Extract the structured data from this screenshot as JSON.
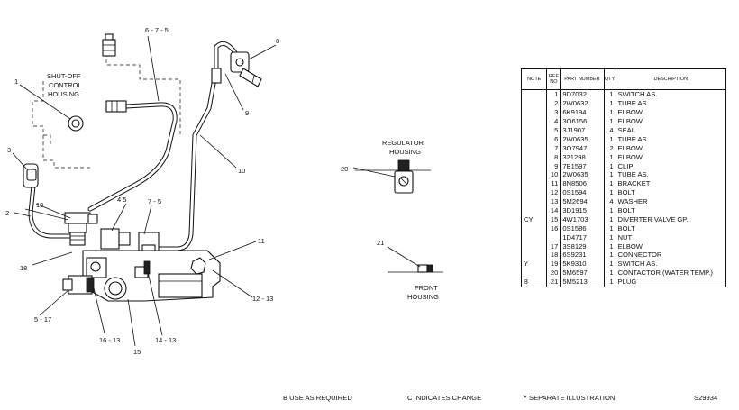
{
  "illustration_number": "S29934",
  "labels": {
    "shutoff_housing": [
      "SHUT-OFF",
      "CONTROL",
      "HOUSING"
    ],
    "regulator_housing": [
      "REGULATOR",
      "HOUSING"
    ],
    "front_housing": [
      "FRONT",
      "HOUSING"
    ]
  },
  "callouts": {
    "c1": "1",
    "c2": "2",
    "c3": "3",
    "c4_5": "4 5",
    "c5_17": "5 - 17",
    "c6_7_5": "6 - 7 - 5",
    "c7_5": "7 - 5",
    "c8": "8",
    "c9": "9",
    "c10": "10",
    "c11": "11",
    "c12_13": "12 - 13",
    "c14_13": "14 - 13",
    "c15": "15",
    "c16_13": "16 - 13",
    "c18": "18",
    "c19": "19",
    "c20": "20",
    "c21": "21"
  },
  "table": {
    "headers": {
      "note": "NOTE",
      "ref": "REF NO",
      "part": "PART NUMBER",
      "qty": "QTY",
      "desc": "DESCRIPTION"
    },
    "rows": [
      {
        "note": "",
        "ref": "1",
        "part": "9D7032",
        "qty": "1",
        "desc": "SWITCH AS."
      },
      {
        "note": "",
        "ref": "2",
        "part": "2W0632",
        "qty": "1",
        "desc": "TUBE AS."
      },
      {
        "note": "",
        "ref": "3",
        "part": "6K9194",
        "qty": "1",
        "desc": "ELBOW"
      },
      {
        "note": "",
        "ref": "4",
        "part": "3O6156",
        "qty": "1",
        "desc": "ELBOW"
      },
      {
        "note": "",
        "ref": "5",
        "part": "3J1907",
        "qty": "4",
        "desc": "SEAL"
      },
      {
        "note": "",
        "ref": "6",
        "part": "2W0635",
        "qty": "1",
        "desc": "TUBE AS."
      },
      {
        "note": "",
        "ref": "7",
        "part": "3O7947",
        "qty": "2",
        "desc": "ELBOW"
      },
      {
        "note": "",
        "ref": "8",
        "part": "321298",
        "qty": "1",
        "desc": "ELBOW"
      },
      {
        "note": "",
        "ref": "9",
        "part": "7B1597",
        "qty": "1",
        "desc": "CLIP"
      },
      {
        "note": "",
        "ref": "10",
        "part": "2W0635",
        "qty": "1",
        "desc": "TUBE AS."
      },
      {
        "note": "",
        "ref": "11",
        "part": "8N8506",
        "qty": "1",
        "desc": "BRACKET"
      },
      {
        "note": "",
        "ref": "12",
        "part": "0S1594",
        "qty": "1",
        "desc": "BOLT"
      },
      {
        "note": "",
        "ref": "13",
        "part": "5M2694",
        "qty": "4",
        "desc": "WASHER"
      },
      {
        "note": "",
        "ref": "14",
        "part": "3D1915",
        "qty": "1",
        "desc": "BOLT"
      },
      {
        "note": "CY",
        "ref": "15",
        "part": "4W1703",
        "qty": "1",
        "desc": "DIVERTER VALVE GP."
      },
      {
        "note": "",
        "ref": "16",
        "part": "0S1586",
        "qty": "1",
        "desc": "BOLT"
      },
      {
        "note": "",
        "ref": "",
        "part": "1D4717",
        "qty": "1",
        "desc": "NUT"
      },
      {
        "note": "",
        "ref": "17",
        "part": "3S8129",
        "qty": "1",
        "desc": "ELBOW"
      },
      {
        "note": "",
        "ref": "18",
        "part": "6S9231",
        "qty": "1",
        "desc": "CONNECTOR"
      },
      {
        "note": "Y",
        "ref": "19",
        "part": "5K9310",
        "qty": "1",
        "desc": "SWITCH AS."
      },
      {
        "note": "",
        "ref": "20",
        "part": "5M6597",
        "qty": "1",
        "desc": "CONTACTOR (WATER TEMP.)"
      },
      {
        "note": "B",
        "ref": "21",
        "part": "5M5213",
        "qty": "1",
        "desc": "PLUG"
      }
    ]
  },
  "footer": {
    "b": "B   USE AS REQUIRED",
    "c": "C   INDICATES CHANGE",
    "y": "Y   SEPARATE ILLUSTRATION"
  }
}
